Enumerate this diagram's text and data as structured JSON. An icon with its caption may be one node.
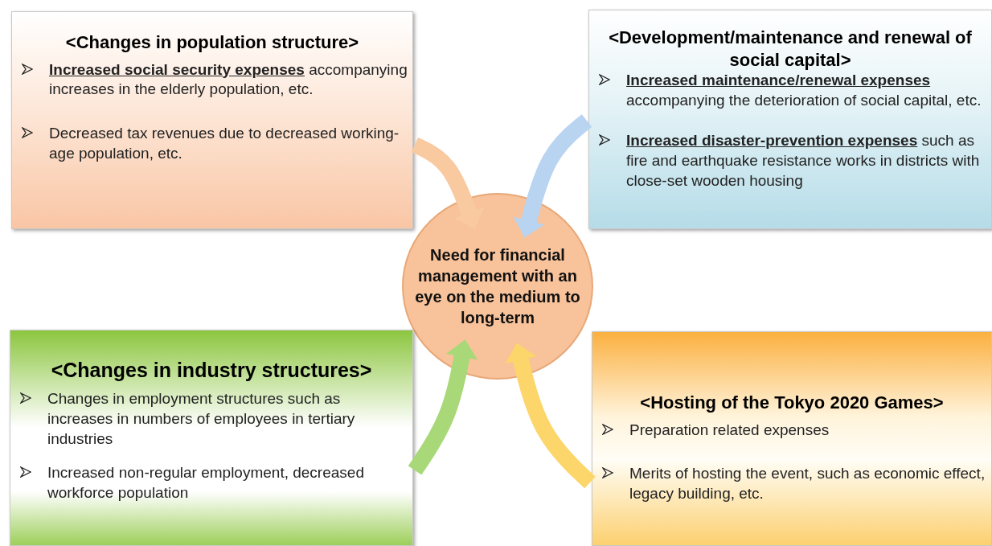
{
  "diagram": {
    "nodes": [
      {
        "text": [
          "<Changes in population structure>",
          "**Increased social security expenses** accompanying increases in the elderly population, etc.",
          "Decreased tax revenues due to decreased working-age population, etc."
        ]
      },
      {
        "text": [
          "<Development/maintenance and renewal of social capital>",
          "**Increased maintenance/renewal expenses** accompanying the deterioration of social capital, etc.",
          "**Increased disaster-prevention expenses** such as fire and earthquake resistance works in districts with close-set wooden housing"
        ]
      },
      {
        "text": [
          "Need for financial management with an eye on the medium to long-term"
        ]
      },
      {
        "text": [
          "<Changes in industry structures>",
          "Changes in employment structures such as increases in numbers of employees in tertiary industries",
          "Increased non-regular employment, decreased workforce population"
        ]
      },
      {
        "text": [
          "<Hosting of the Tokyo 2020 Games>",
          "Preparation related expenses",
          "Merits of hosting the event, such as economic effect, legacy building, etc."
        ]
      }
    ],
    "edges": [
      {
        "from": 0,
        "to": 2,
        "arrow": "to",
        "color": "#f9c9a0"
      },
      {
        "from": 1,
        "to": 2,
        "arrow": "to",
        "color": "#b9d4f0"
      },
      {
        "from": 3,
        "to": 2,
        "arrow": "to",
        "color": "#a8d878"
      },
      {
        "from": 4,
        "to": 2,
        "arrow": "to",
        "color": "#fcd66a"
      }
    ]
  }
}
